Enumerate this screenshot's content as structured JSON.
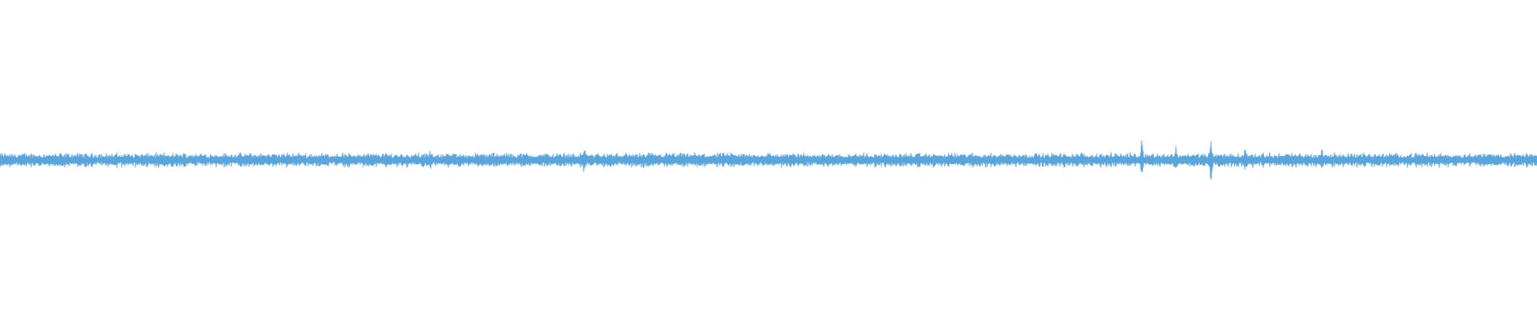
{
  "waveform": {
    "color": "#5aa5dc",
    "baseline_amplitude": 0.018,
    "spikes": [
      {
        "position": 0.28,
        "amplitude": 0.04
      },
      {
        "position": 0.38,
        "amplitude": 0.06
      },
      {
        "position": 0.743,
        "amplitude": 0.09
      },
      {
        "position": 0.765,
        "amplitude": 0.05
      },
      {
        "position": 0.788,
        "amplitude": 0.085
      },
      {
        "position": 0.81,
        "amplitude": 0.05
      },
      {
        "position": 0.86,
        "amplitude": 0.05
      }
    ]
  }
}
